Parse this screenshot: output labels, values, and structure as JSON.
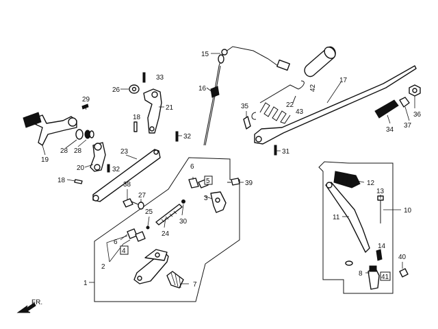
{
  "labels": {
    "p1": "1",
    "p2": "2",
    "p3": "3",
    "p4": "4",
    "p5": "5",
    "p6a": "6",
    "p6b": "6",
    "p7": "7",
    "p8": "8",
    "p10": "10",
    "p11": "11",
    "p12": "12",
    "p13": "13",
    "p14": "14",
    "p15": "15",
    "p16": "16",
    "p17": "17",
    "p18a": "18",
    "p18b": "18",
    "p19": "19",
    "p20": "20",
    "p21": "21",
    "p22": "22",
    "p23": "23",
    "p24": "24",
    "p25": "25",
    "p26": "26",
    "p27": "27",
    "p28a": "28",
    "p28b": "28",
    "p29": "29",
    "p30": "30",
    "p31": "31",
    "p32a": "32",
    "p32b": "32",
    "p33": "33",
    "p34": "34",
    "p35": "35",
    "p36": "36",
    "p37": "37",
    "p38": "38",
    "p39": "39",
    "p40": "40",
    "p41": "41",
    "p42": "42",
    "p43": "43"
  },
  "direction_label": "FR."
}
